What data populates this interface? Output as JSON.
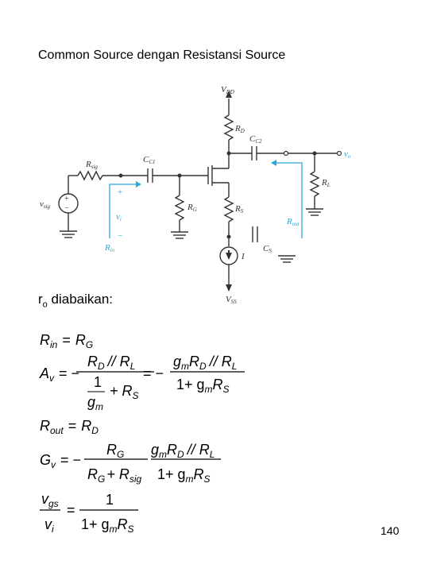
{
  "slide": {
    "title": "Common Source dengan Resistansi Source",
    "page_number": "140"
  },
  "note": {
    "r_sym": "r",
    "r_sub": "o",
    "text": " diabaikan:"
  },
  "circuit": {
    "vdd": "V",
    "vdd_sub": "DD",
    "vss": "V",
    "vss_sub": "SS",
    "rd": "R",
    "rd_sub": "D",
    "cc2": "C",
    "cc2_sub": "C2",
    "vo": "v",
    "vo_sub": "o",
    "rsig": "R",
    "rsig_sub": "sig",
    "cc1": "C",
    "cc1_sub": "C1",
    "rl": "R",
    "rl_sub": "L",
    "vsig": "v",
    "vsig_sub": "sig",
    "rg": "R",
    "rg_sub": "G",
    "rs": "R",
    "rs_sub": "S",
    "vi": "v",
    "vi_sub": "i",
    "plus": "+",
    "minus": "−",
    "src_plus": "+",
    "src_minus": "−",
    "rin": "R",
    "rin_sub": "in",
    "rout": "R",
    "rout_sub": "out",
    "cs": "C",
    "cs_sub": "S",
    "i": "I"
  },
  "equations": {
    "rin_lhs": "R",
    "rin_lhs_sub": "in",
    "eq": "=",
    "rin_rhs": "R",
    "rin_rhs_sub": "G",
    "av_lhs": "A",
    "av_lhs_sub": "v",
    "eq_minus": "= −",
    "av_num1_a": "R",
    "av_num1_a_sub": "D",
    "av_num1_par": "// R",
    "av_num1_par_sub": "L",
    "av_den1_one": "1",
    "av_den1_plus": "+ R",
    "av_den1_plus_sub": "S",
    "av_den1_gm": "g",
    "av_den1_gm_sub": "m",
    "av_mid": "= −",
    "av_num2_g": "g",
    "av_num2_g_sub": "m",
    "av_num2_r": "R",
    "av_num2_r_sub": "D",
    "av_num2_par": "// R",
    "av_num2_par_sub": "L",
    "av_den2_a": "1+ g",
    "av_den2_a_sub": "m",
    "av_den2_r": "R",
    "av_den2_r_sub": "S",
    "rout_lhs": "R",
    "rout_lhs_sub": "out",
    "rout_rhs": "R",
    "rout_rhs_sub": "D",
    "gv_lhs": "G",
    "gv_lhs_sub": "v",
    "gv_num1": "R",
    "gv_num1_sub": "G",
    "gv_den1_a": "R",
    "gv_den1_a_sub": "G",
    "gv_den1_plus": "+ R",
    "gv_den1_plus_sub": "sig",
    "gv_num2_g": "g",
    "gv_num2_g_sub": "m",
    "gv_num2_r": "R",
    "gv_num2_r_sub": "D",
    "gv_num2_par": "// R",
    "gv_num2_par_sub": "L",
    "gv_den2_a": "1+ g",
    "gv_den2_a_sub": "m",
    "gv_den2_r": "R",
    "gv_den2_r_sub": "S",
    "vr_num_v": "v",
    "vr_num_sub": "gs",
    "vr_den_v": "v",
    "vr_den_sub": "i",
    "vr_eq": "=",
    "vr_one": "1",
    "vr_den2_a": "1+ g",
    "vr_den2_a_sub": "m",
    "vr_den2_r": "R",
    "vr_den2_r_sub": "S"
  }
}
